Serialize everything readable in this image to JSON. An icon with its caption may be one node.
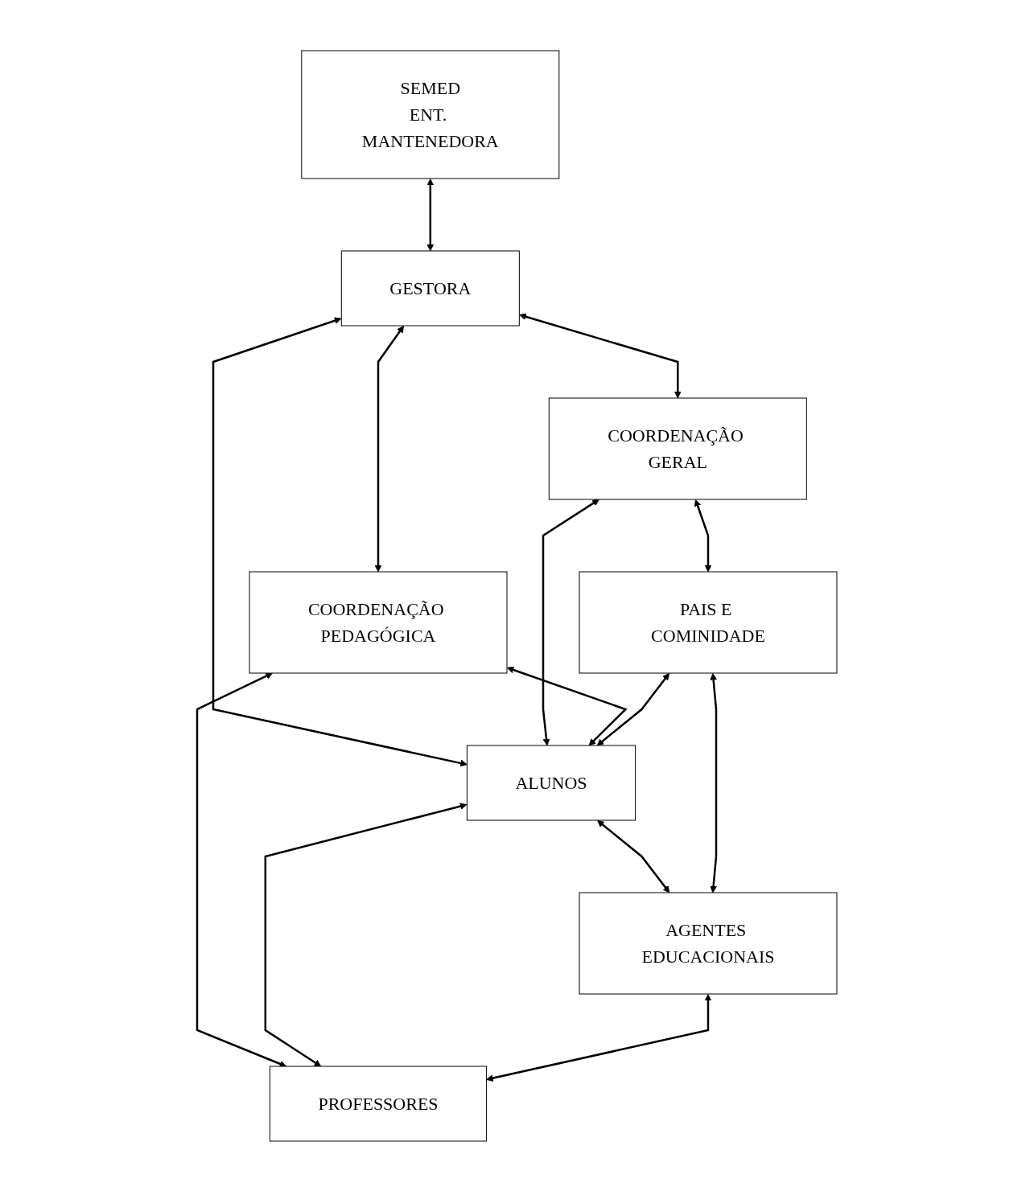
{
  "diagram": {
    "nodes": [
      {
        "text": [
          "SEMED",
          "ENT. MANTENEDORA"
        ]
      },
      {
        "text": [
          "GESTORA"
        ]
      },
      {
        "text": [
          "COORDENAÇÃO PEDAGÓGICA"
        ]
      },
      {
        "text": [
          "COORDENAÇÃO GERAL"
        ]
      },
      {
        "text": [
          "ALUNOS"
        ]
      },
      {
        "text": [
          "PAIS E COMINIDADE"
        ]
      },
      {
        "text": [
          "PROFESSORES"
        ]
      },
      {
        "text": [
          "AGENTES EDUCACIONAIS"
        ]
      }
    ],
    "edges": [
      {
        "from": 0,
        "to": 1,
        "arrow": "both"
      },
      {
        "from": 1,
        "to": 3,
        "arrow": "both"
      },
      {
        "from": 1,
        "to": 2,
        "arrow": "both"
      },
      {
        "from": 1,
        "to": 4,
        "arrow": "both"
      },
      {
        "from": 3,
        "to": 4,
        "arrow": "both"
      },
      {
        "from": 2,
        "to": 4,
        "arrow": "both"
      },
      {
        "from": 3,
        "to": 5,
        "arrow": "both"
      },
      {
        "from": 2,
        "to": 6,
        "arrow": "both"
      },
      {
        "from": 5,
        "to": 4,
        "arrow": "both"
      },
      {
        "from": 4,
        "to": 6,
        "arrow": "both"
      },
      {
        "from": 4,
        "to": 7,
        "arrow": "both"
      },
      {
        "from": 5,
        "to": 7,
        "arrow": "both"
      },
      {
        "from": 7,
        "to": 6,
        "arrow": "both"
      }
    ]
  }
}
